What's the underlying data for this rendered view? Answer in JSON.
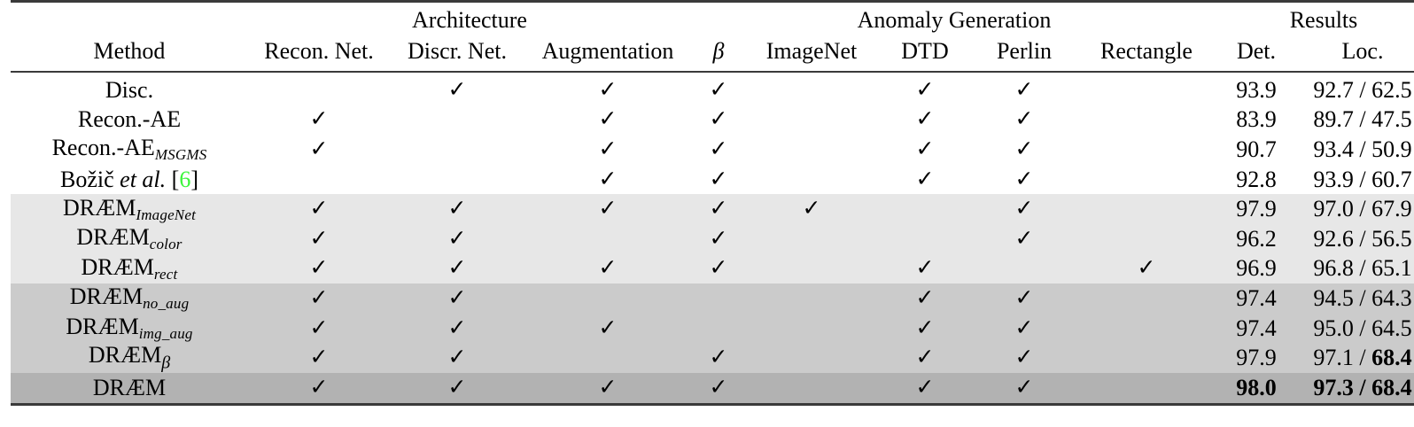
{
  "table": {
    "group_headers": [
      {
        "label": "",
        "span": 1
      },
      {
        "label": "Architecture",
        "span": 3
      },
      {
        "label": "Anomaly Generation",
        "span": 5
      },
      {
        "label": "Results",
        "span": 2
      }
    ],
    "group_architecture": "Architecture",
    "group_anomaly": "Anomaly Generation",
    "group_results": "Results",
    "columns": [
      "Method",
      "Recon. Net.",
      "Discr. Net.",
      "Augmentation",
      "β",
      "ImageNet",
      "DTD",
      "Perlin",
      "Rectangle",
      "Det.",
      "Loc."
    ],
    "check_glyph": "✓",
    "citation_color": "#3cf53c",
    "shade_colors": {
      "none": "#ffffff",
      "light": "#e7e7e7",
      "mid": "#cbcbcb",
      "dark": "#b2b2b2"
    },
    "rows": [
      {
        "method_base": "Disc.",
        "method_sub": "",
        "shade": "none",
        "recon": false,
        "discr": true,
        "aug": true,
        "beta": true,
        "imagenet": false,
        "dtd": true,
        "perlin": true,
        "rect": false,
        "det": "93.9",
        "loc": "92.7 / 62.5",
        "det_bold": false,
        "loc_bold_first": false,
        "loc_bold_second": false
      },
      {
        "method_base": "Recon.-AE",
        "method_sub": "",
        "shade": "none",
        "recon": true,
        "discr": false,
        "aug": true,
        "beta": true,
        "imagenet": false,
        "dtd": true,
        "perlin": true,
        "rect": false,
        "det": "83.9",
        "loc": "89.7 / 47.5",
        "det_bold": false,
        "loc_bold_first": false,
        "loc_bold_second": false
      },
      {
        "method_base": "Recon.-AE",
        "method_sub": "MSGMS",
        "shade": "none",
        "recon": true,
        "discr": false,
        "aug": true,
        "beta": true,
        "imagenet": false,
        "dtd": true,
        "perlin": true,
        "rect": false,
        "det": "90.7",
        "loc": "93.4 / 50.9",
        "det_bold": false,
        "loc_bold_first": false,
        "loc_bold_second": false
      },
      {
        "method_base": "Božič et al. [6]",
        "method_sub": "",
        "shade": "none",
        "recon": false,
        "discr": false,
        "aug": true,
        "beta": true,
        "imagenet": false,
        "dtd": true,
        "perlin": true,
        "rect": false,
        "det": "92.8",
        "loc": "93.9 / 60.7",
        "det_bold": false,
        "loc_bold_first": false,
        "loc_bold_second": false
      },
      {
        "method_base": "DRÆM",
        "method_sub": "ImageNet",
        "shade": "light",
        "recon": true,
        "discr": true,
        "aug": true,
        "beta": true,
        "imagenet": true,
        "dtd": false,
        "perlin": true,
        "rect": false,
        "det": "97.9",
        "loc": "97.0 / 67.9",
        "det_bold": false,
        "loc_bold_first": false,
        "loc_bold_second": false
      },
      {
        "method_base": "DRÆM",
        "method_sub": "color",
        "shade": "light",
        "recon": true,
        "discr": true,
        "aug": false,
        "beta": true,
        "imagenet": false,
        "dtd": false,
        "perlin": true,
        "rect": false,
        "det": "96.2",
        "loc": "92.6 / 56.5",
        "det_bold": false,
        "loc_bold_first": false,
        "loc_bold_second": false
      },
      {
        "method_base": "DRÆM",
        "method_sub": "rect",
        "shade": "light",
        "recon": true,
        "discr": true,
        "aug": true,
        "beta": true,
        "imagenet": false,
        "dtd": true,
        "perlin": false,
        "rect": true,
        "det": "96.9",
        "loc": "96.8 / 65.1",
        "det_bold": false,
        "loc_bold_first": false,
        "loc_bold_second": false
      },
      {
        "method_base": "DRÆM",
        "method_sub": "no_aug",
        "shade": "mid",
        "recon": true,
        "discr": true,
        "aug": false,
        "beta": false,
        "imagenet": false,
        "dtd": true,
        "perlin": true,
        "rect": false,
        "det": "97.4",
        "loc": "94.5 / 64.3",
        "det_bold": false,
        "loc_bold_first": false,
        "loc_bold_second": false
      },
      {
        "method_base": "DRÆM",
        "method_sub": "img_aug",
        "shade": "mid",
        "recon": true,
        "discr": true,
        "aug": true,
        "beta": false,
        "imagenet": false,
        "dtd": true,
        "perlin": true,
        "rect": false,
        "det": "97.4",
        "loc": "95.0 / 64.5",
        "det_bold": false,
        "loc_bold_first": false,
        "loc_bold_second": false
      },
      {
        "method_base": "DRÆM",
        "method_sub": "β",
        "shade": "mid",
        "recon": true,
        "discr": true,
        "aug": false,
        "beta": true,
        "imagenet": false,
        "dtd": true,
        "perlin": true,
        "rect": false,
        "det": "97.9",
        "loc": "97.1 / 68.4",
        "loc_first": "97.1",
        "loc_second": "68.4",
        "det_bold": false,
        "loc_bold_first": false,
        "loc_bold_second": true
      },
      {
        "method_base": "DRÆM",
        "method_sub": "",
        "shade": "dark",
        "recon": true,
        "discr": true,
        "aug": true,
        "beta": true,
        "imagenet": false,
        "dtd": true,
        "perlin": true,
        "rect": false,
        "det": "98.0",
        "loc": "97.3 / 68.4",
        "loc_first": "97.3",
        "loc_second": "68.4",
        "det_bold": true,
        "loc_bold_first": true,
        "loc_bold_second": true
      }
    ]
  }
}
